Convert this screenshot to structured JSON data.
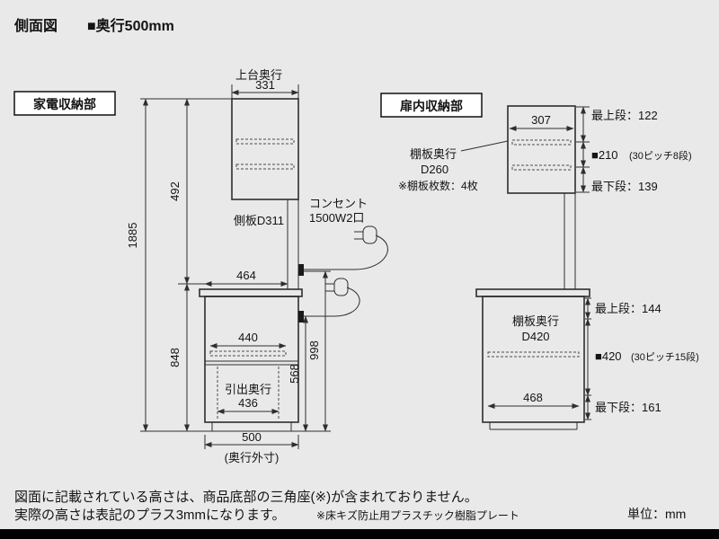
{
  "title": {
    "main": "側面図",
    "sub": "■奥行500mm"
  },
  "unit_label": "単位：mm",
  "left_section": {
    "label": "家電収納部",
    "top_depth_caption": "上台奥行",
    "side_panel_label": "側板D311",
    "outlet_line1": "コンセント",
    "outlet_line2": "1500W2口",
    "drawer_caption": "引出奥行",
    "bottom_caption": "(奥行外寸)",
    "dims": {
      "top_width": "331",
      "total_height": "1885",
      "upper_height": "492",
      "lower_height": "848",
      "counter_depth": "464",
      "inner_width": "440",
      "drawer_depth": "436",
      "outlet_low": "568",
      "outlet_high": "998",
      "bottom_width": "500"
    }
  },
  "right_section": {
    "label": "扉内収納部",
    "upper": {
      "width": "307",
      "shelf_depth1": "棚板奥行",
      "shelf_depth2": "D260",
      "shelf_count_note": "※棚板枚数：4枚",
      "top_row": "最上段：122",
      "pitch": "■210",
      "pitch_note": "(30ピッチ8段)",
      "bottom_row": "最下段：139"
    },
    "lower": {
      "width": "468",
      "shelf_depth1": "棚板奥行",
      "shelf_depth2": "D420",
      "top_row": "最上段：144",
      "pitch": "■420",
      "pitch_note": "(30ピッチ15段)",
      "bottom_row": "最下段：161"
    }
  },
  "footer": {
    "note1": "図面に記載されている高さは、商品底部の三角座(※)が含まれておりません。",
    "note2": "実際の高さは表記のプラス3mmになります。",
    "note3": "※床キズ防止用プラスチック樹脂プレート"
  }
}
